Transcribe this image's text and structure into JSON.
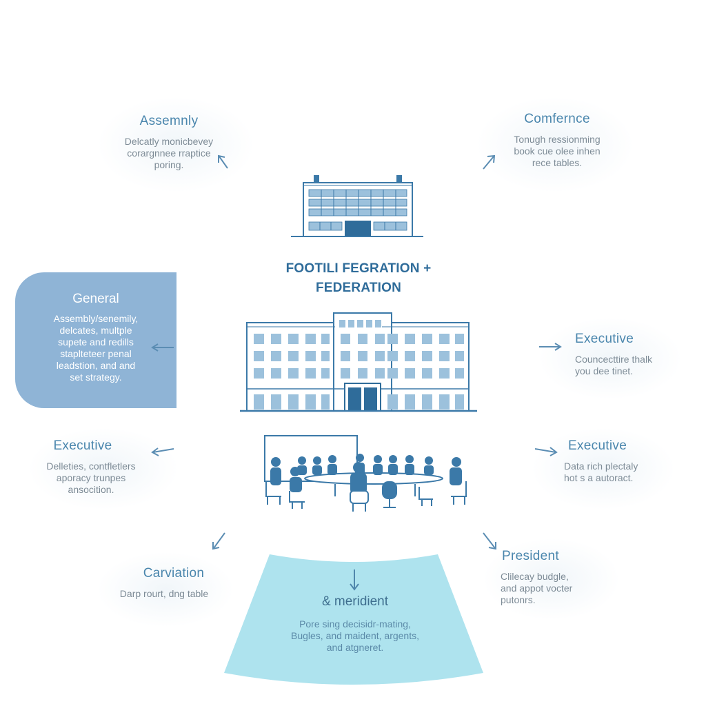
{
  "diagram": {
    "center_title": "FOOTILI FEGRATION +\nFEDERATION",
    "nodes": {
      "assembly": {
        "title": "Assemnly",
        "desc": "Delcatly monicbevey\ncorargnnee rraptice\nporing."
      },
      "conference": {
        "title": "Comfernce",
        "desc": "Tonugh ressionming\nbook cue olee inhen\nrece tables."
      },
      "general": {
        "title": "General",
        "desc": "Assembly/senemily,\ndelcates, multple\nsupete and redills\nstaplteteer penal\nleadstion, and and\nset strategy."
      },
      "executive_right_top": {
        "title": "Executive",
        "desc": "Councecttire thalk\nyou dee tinet."
      },
      "executive_left": {
        "title": "Executive",
        "desc": "Delleties,  contfletlers\naporacy trunpes\nansocition."
      },
      "executive_right_bottom": {
        "title": "Executive",
        "desc": "Data rich plectaly\nhot s a autoract."
      },
      "carviation": {
        "title": "Carviation",
        "desc": "Darp rourt, dng table"
      },
      "president": {
        "title": "President",
        "desc": "Clilecay budgle,\nand appot vocter\nputonrs."
      },
      "meridient": {
        "title": "& meridient",
        "desc": "Pore sing decisidr-mating,\nBugles, and maident, argents,\nand atgneret."
      }
    }
  },
  "colors": {
    "primary_blue": "#2f6c9a",
    "icon_blue": "#3b79a8",
    "window_blue": "#9cc1dc",
    "panel_blue": "#8fb4d6",
    "fan_cyan": "#aee3ee",
    "label_blue": "#4a86ad",
    "body_gray": "#7d8b96"
  },
  "icons": [
    "small-building-icon",
    "headquarters-building-icon",
    "meeting-room-icon"
  ]
}
